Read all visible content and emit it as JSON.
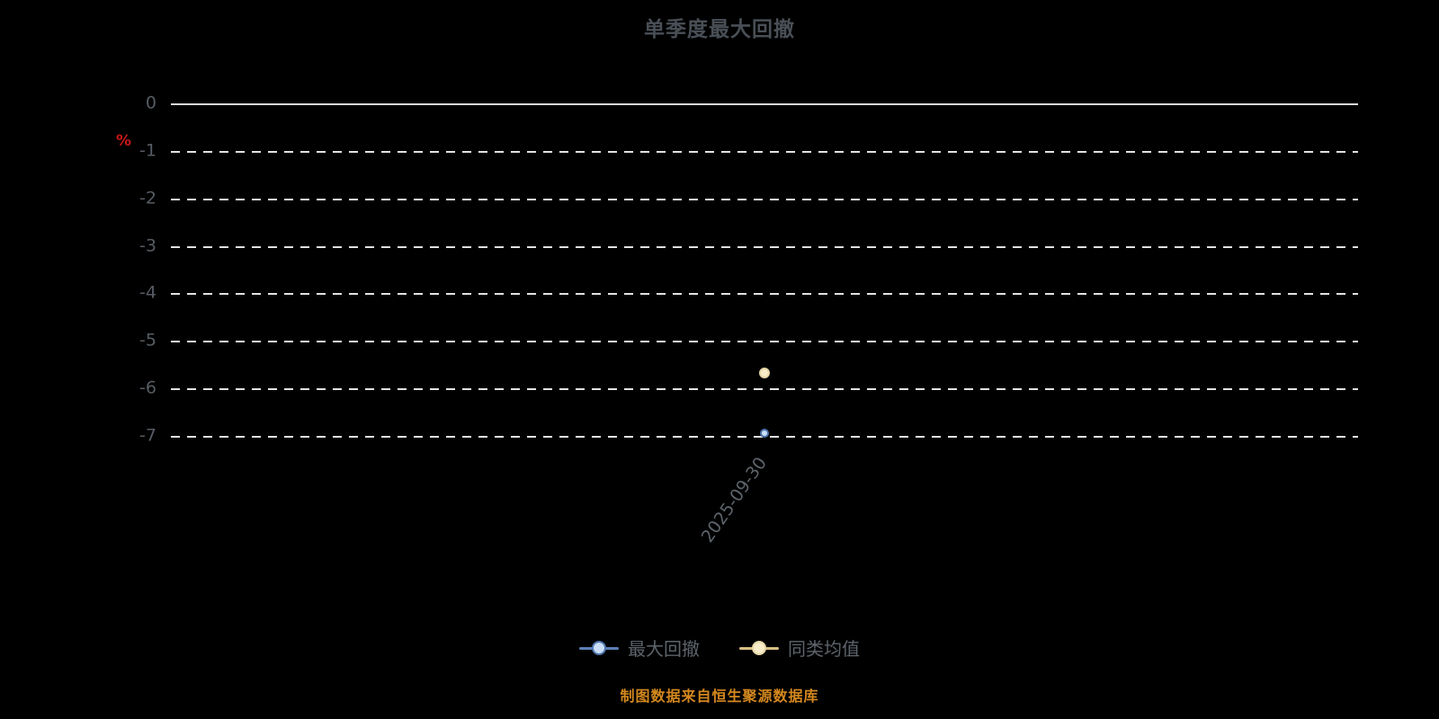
{
  "chart_data": {
    "type": "scatter",
    "title": "单季度最大回撤",
    "categories": [
      "2025-09-30"
    ],
    "series": [
      {
        "name": "最大回撤",
        "values": [
          -6.94
        ]
      },
      {
        "name": "同类均值",
        "values": [
          -5.68
        ]
      }
    ],
    "xlabel": "",
    "ylabel": "%",
    "ylim": [
      -7,
      0
    ],
    "yticks": [
      0,
      -1,
      -2,
      -3,
      -4,
      -5,
      -6,
      -7
    ],
    "grid": "horizontal-dashed",
    "legend_position": "bottom"
  },
  "y_axis": {
    "unit_label": "%",
    "unit_color": "#c91616",
    "tick_color": "#565c63"
  },
  "series_styles": [
    {
      "line_color": "#5b7fb5",
      "fill": "#cadef6",
      "stroke": "#4d74ad",
      "size": 10
    },
    {
      "line_color": "#d7bd85",
      "fill": "#f8edc8",
      "stroke": "#e8d8a8",
      "size": 12
    }
  ],
  "colors": {
    "background": "#000000",
    "title": "#494f56",
    "gridline": "#e2e2e2",
    "legend_text": "#5d646b",
    "source_text": "#d4881e"
  },
  "source_note": "制图数据来自恒生聚源数据库"
}
